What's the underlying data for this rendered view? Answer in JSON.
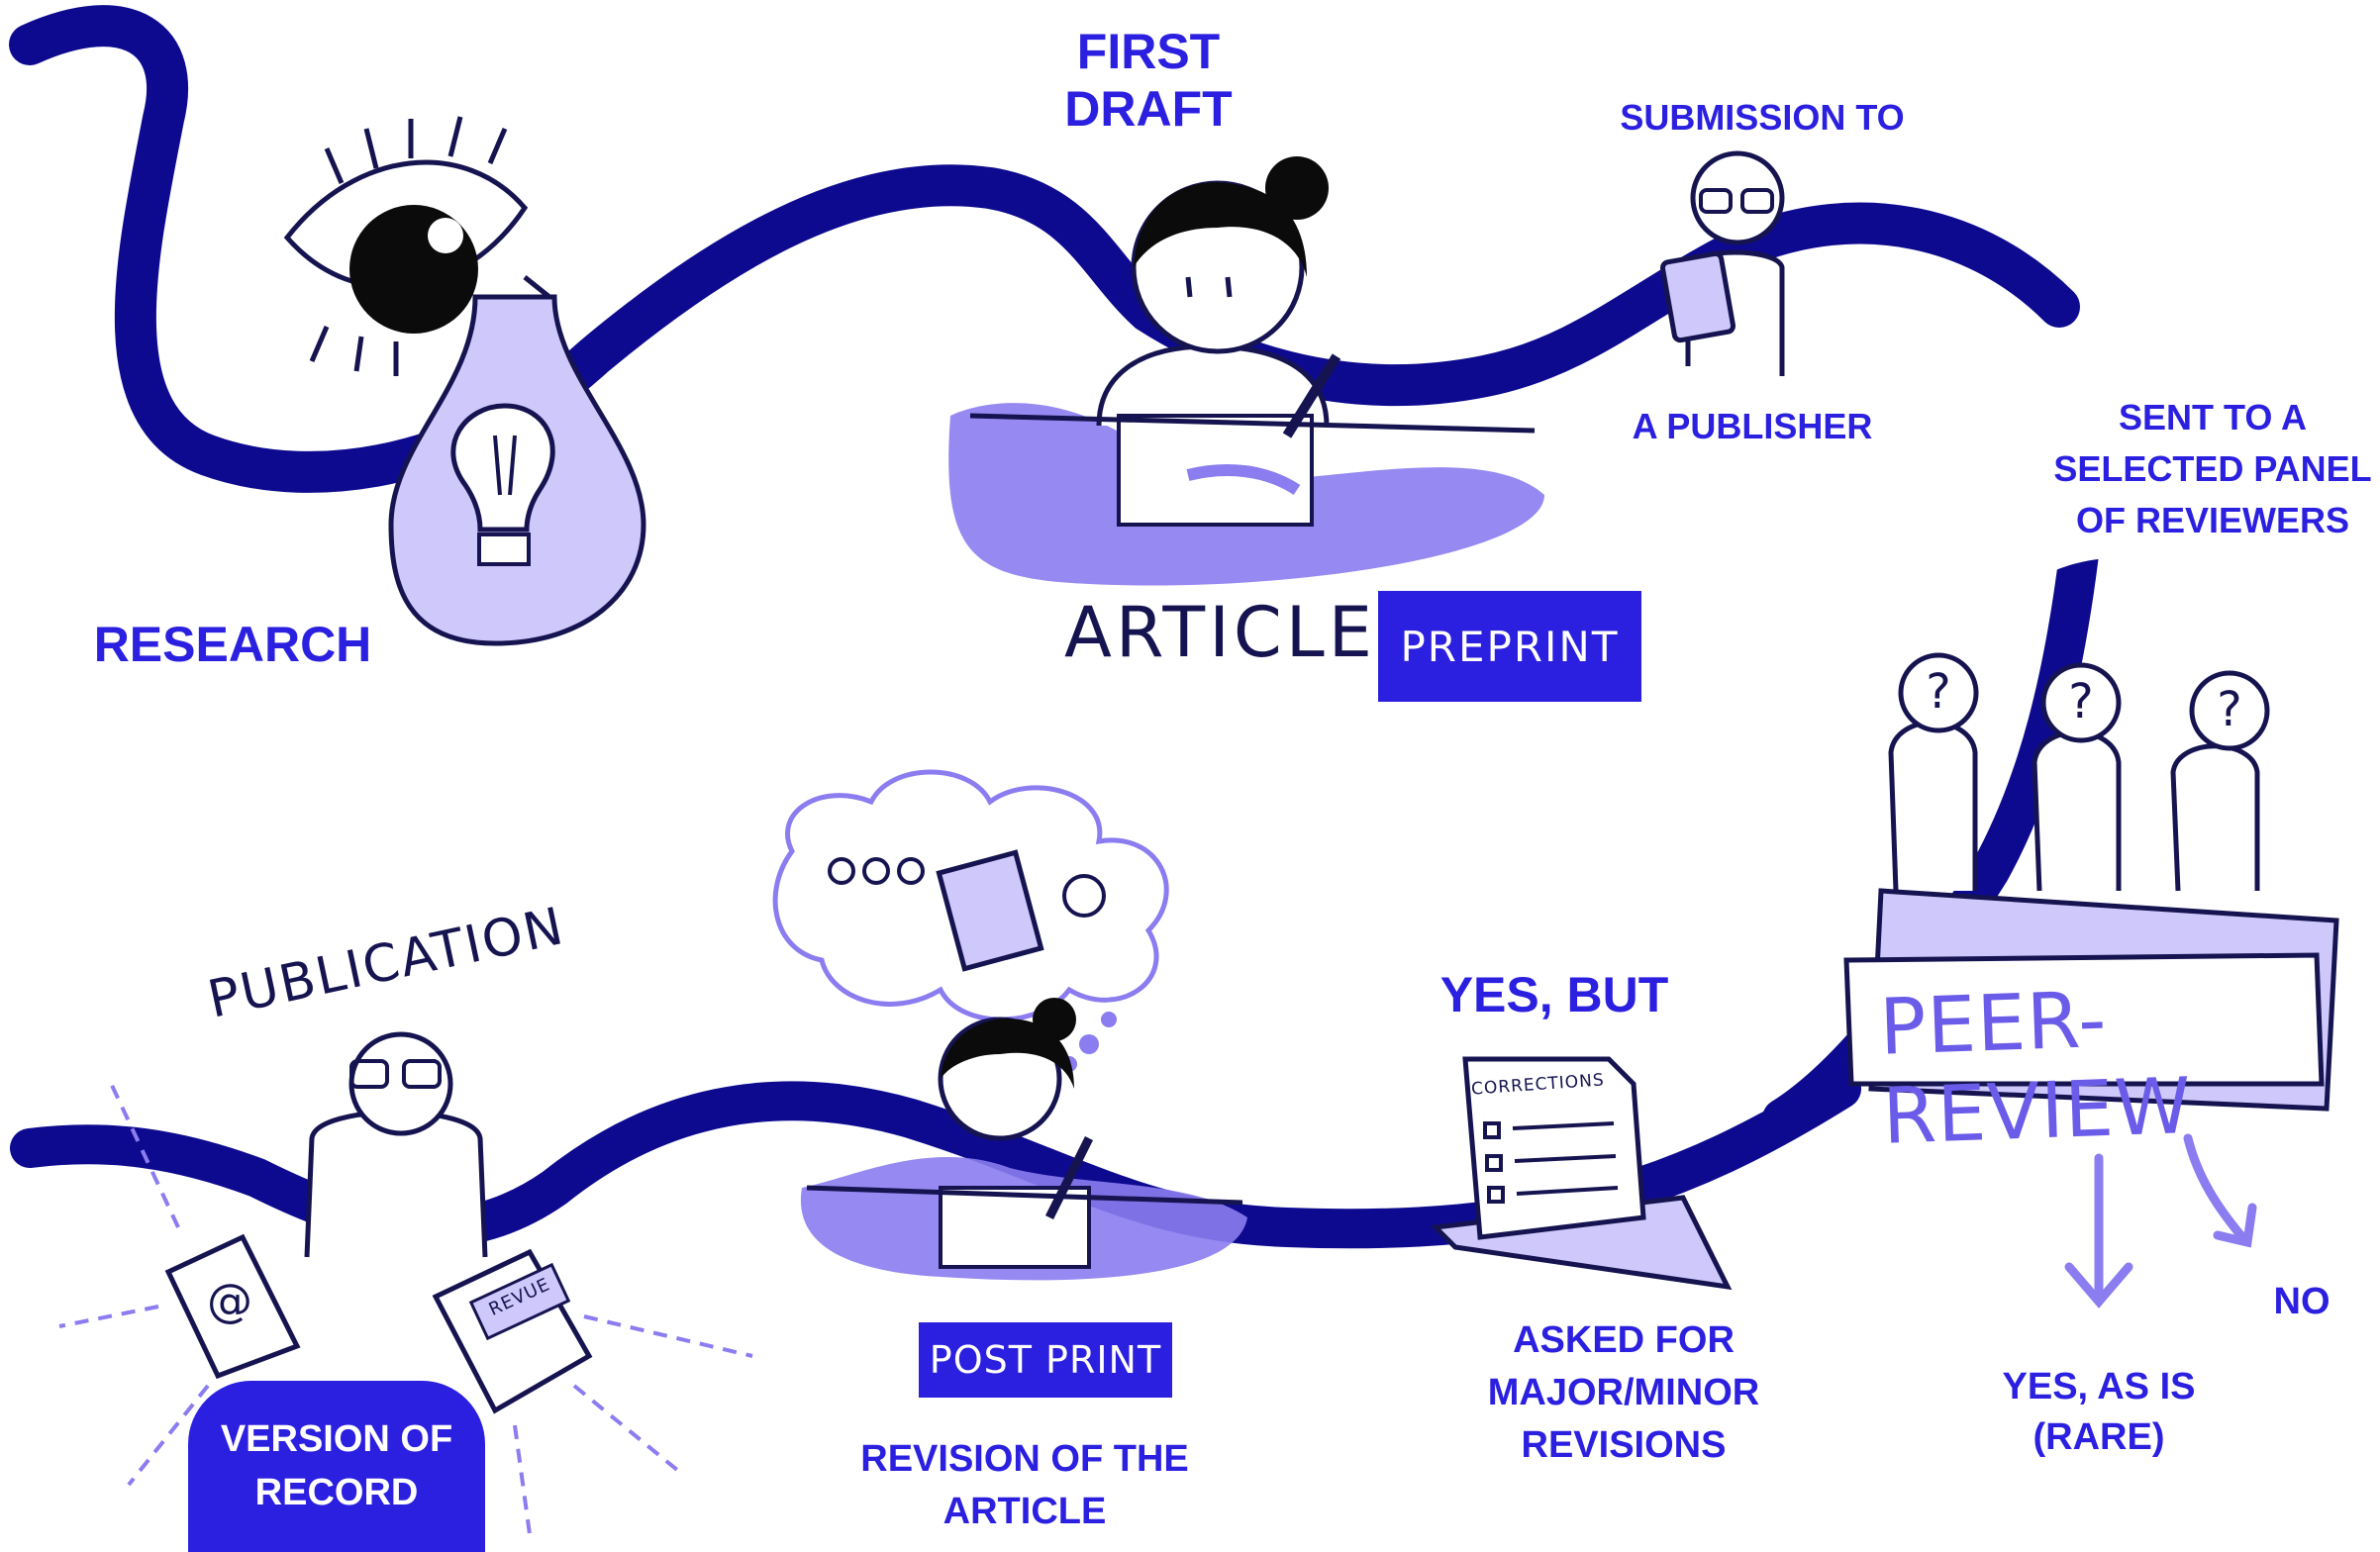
{
  "labels": {
    "first_draft": [
      "FIRST",
      "DRAFT"
    ],
    "submission_to": "SUBMISSION TO",
    "a_publisher": "A PUBLISHER",
    "sent_to_panel": [
      "SENT TO A",
      "SELECTED PANEL",
      "OF REVIEWERS"
    ],
    "research": "RESEARCH",
    "yes_but": "YES, BUT",
    "asked_for_revisions": [
      "ASKED FOR",
      "MAJOR/MINOR",
      "REVISIONS"
    ],
    "yes_as_is": [
      "YES, AS IS",
      "(RARE)"
    ],
    "no": "NO",
    "revision_of_article": [
      "REVISION OF THE",
      "ARTICLE"
    ],
    "version_of_record": [
      "VERSION OF",
      "RECORD"
    ]
  },
  "handwritten": {
    "article": "ARTICLE",
    "preprint": "PREPRINT",
    "post_print": "POST PRINT",
    "publication": "PUBLICATION",
    "peer_review": "PEER-REVIEW",
    "corrections": "CORRECTIONS",
    "revue": "REVUE"
  },
  "colors": {
    "road": "#0d0a8f",
    "label_text": "#2b1fe0",
    "accent_fill": "#8b7cf0",
    "light_fill": "#cfc8fb",
    "ink": "#161450"
  }
}
